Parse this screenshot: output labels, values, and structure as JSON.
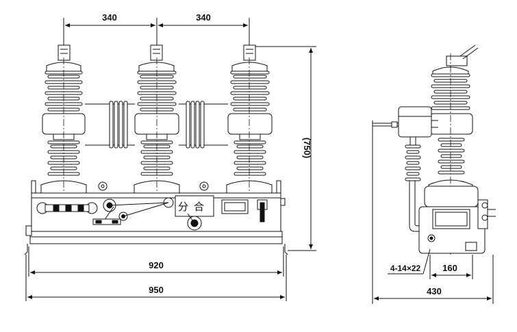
{
  "front_view": {
    "pitch_left": "340",
    "pitch_right": "340",
    "height": "(750)",
    "mount_width": "920",
    "overall_width": "950",
    "indicator_open": "分",
    "indicator_close": "合"
  },
  "side_view": {
    "hole_spec": "4-14×22",
    "mount_depth": "160",
    "overall_depth": "430"
  }
}
